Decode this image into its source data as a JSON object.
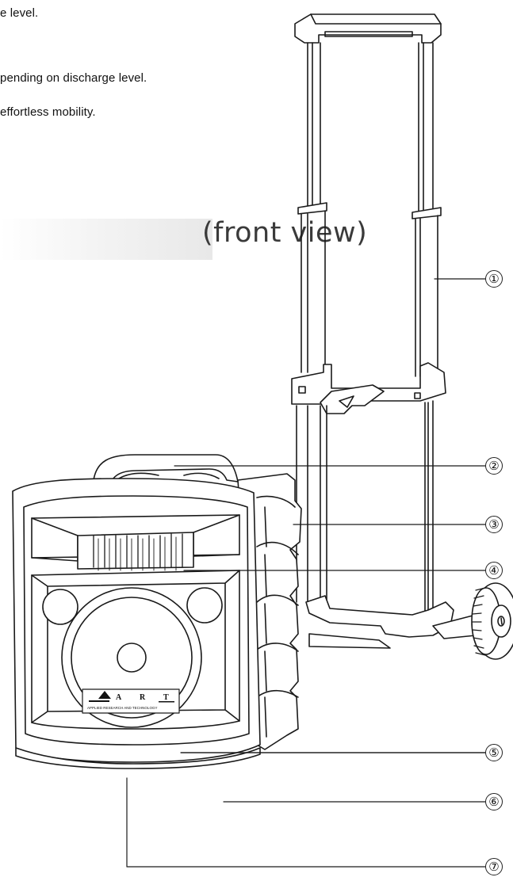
{
  "text_lines": [
    "e level.",
    "pending on discharge level.",
    " effortless mobility."
  ],
  "heading": "(front view)",
  "logo": {
    "letters": [
      "A",
      "R",
      "T"
    ],
    "subtitle": "APPLIED RESEARCH AND TECHNOLOGY"
  },
  "callouts": [
    "①",
    "②",
    "③",
    "④",
    "⑤",
    "⑥",
    "⑦"
  ]
}
